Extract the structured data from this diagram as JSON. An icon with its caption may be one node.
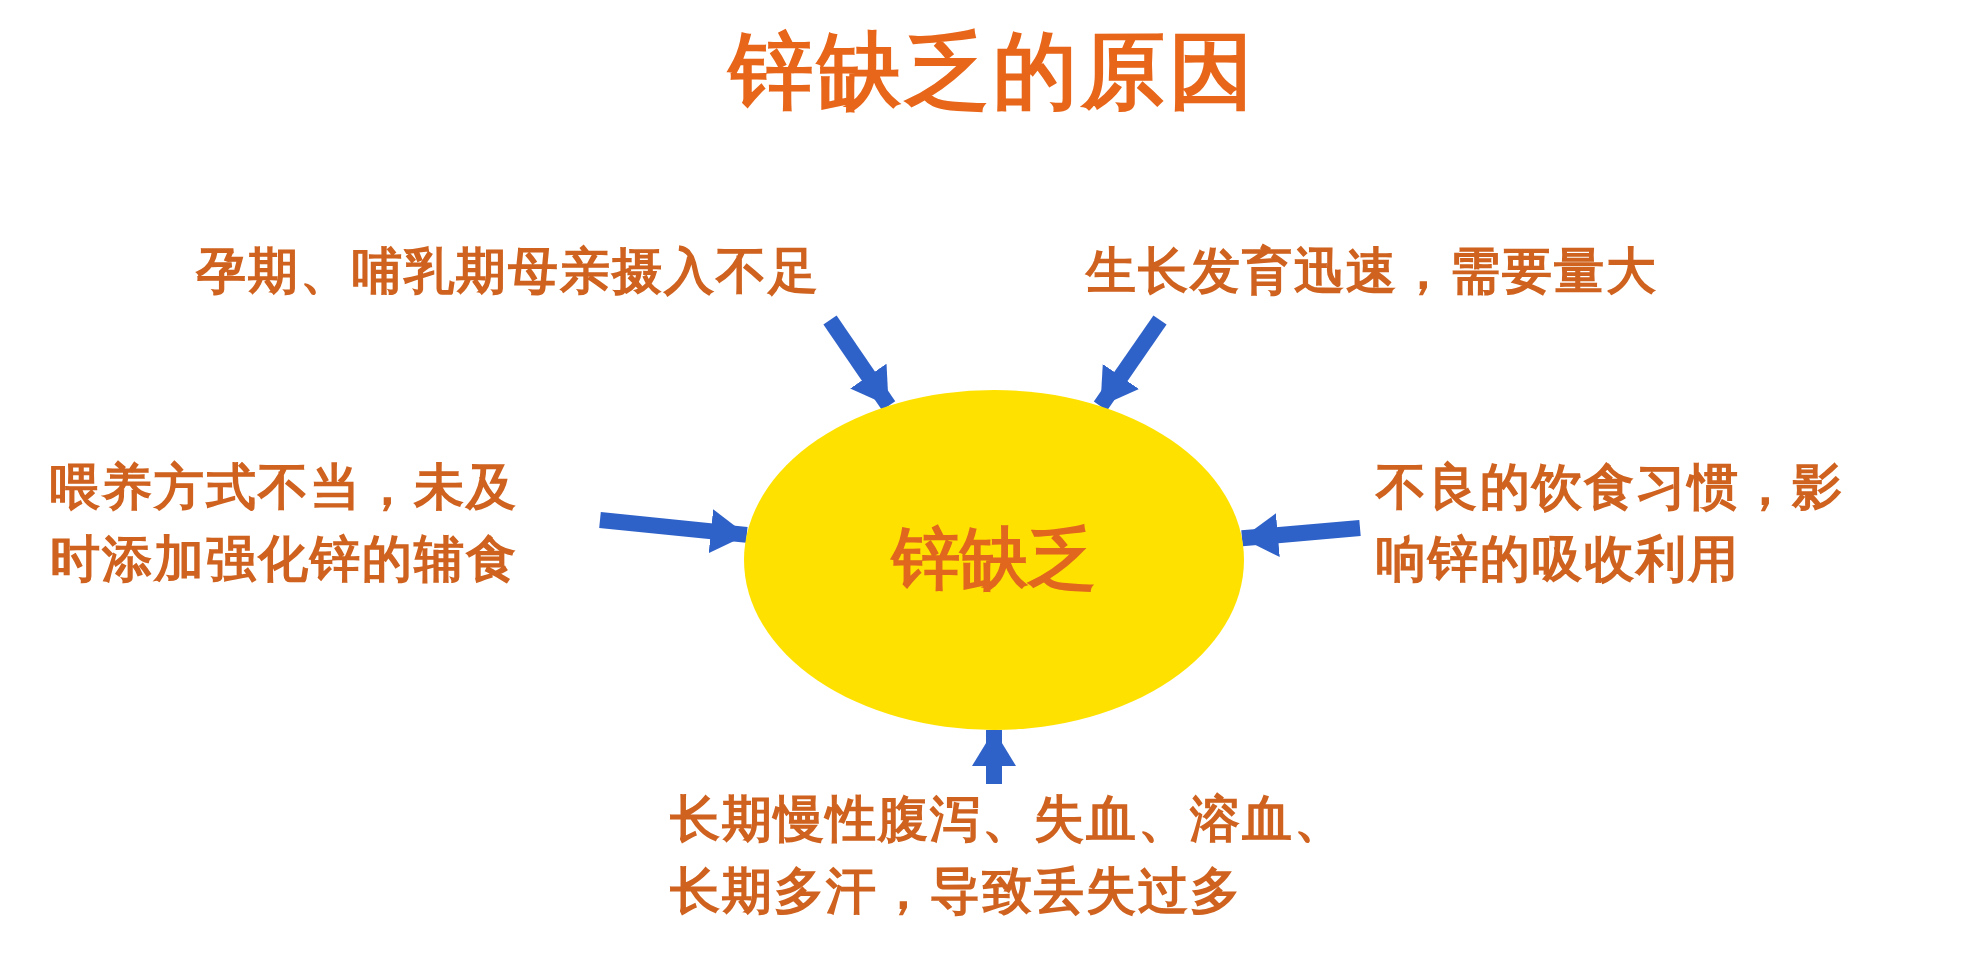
{
  "diagram": {
    "title": "锌缺乏的原因",
    "nodes": [
      {
        "text": [
          "锌缺乏"
        ]
      },
      {
        "text": [
          "孕期、哺乳期母亲摄入不足"
        ]
      },
      {
        "text": [
          "生长发育迅速，需要量大"
        ]
      },
      {
        "text": [
          "喂养方式不当，未及时添加强化锌的辅食"
        ]
      },
      {
        "text": [
          "不良的饮食习惯，影响锌的吸收利用"
        ]
      },
      {
        "text": [
          "长期慢性腹泻、失血、溶血、长期多汗，导致丢失过多"
        ]
      }
    ],
    "edges": [
      {
        "from": 1,
        "to": 0,
        "arrow": "to"
      },
      {
        "from": 2,
        "to": 0,
        "arrow": "to"
      },
      {
        "from": 3,
        "to": 0,
        "arrow": "to"
      },
      {
        "from": 4,
        "to": 0,
        "arrow": "to"
      },
      {
        "from": 5,
        "to": 0,
        "arrow": "to"
      }
    ]
  }
}
